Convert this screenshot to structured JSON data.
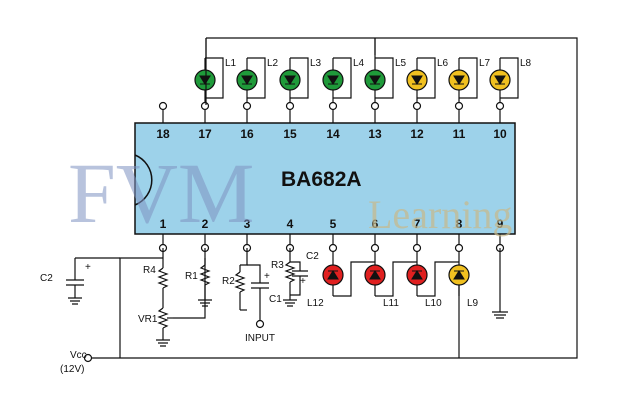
{
  "chip": {
    "name": "BA682A"
  },
  "pins_top": [
    "18",
    "17",
    "16",
    "15",
    "14",
    "13",
    "12",
    "11",
    "10"
  ],
  "pins_bottom": [
    "1",
    "2",
    "3",
    "4",
    "5",
    "6",
    "7",
    "8",
    "9"
  ],
  "leds_top": [
    {
      "label": "L1",
      "color": "#1f9a3a"
    },
    {
      "label": "L2",
      "color": "#1f9a3a"
    },
    {
      "label": "L3",
      "color": "#1f9a3a"
    },
    {
      "label": "L4",
      "color": "#1f9a3a"
    },
    {
      "label": "L5",
      "color": "#1f9a3a"
    },
    {
      "label": "L6",
      "color": "#f0c020"
    },
    {
      "label": "L7",
      "color": "#f0c020"
    },
    {
      "label": "L8",
      "color": "#f0c020"
    }
  ],
  "leds_bottom": [
    {
      "label": "L12",
      "color": "#e02020"
    },
    {
      "label": "L11",
      "color": "#e02020"
    },
    {
      "label": "L10",
      "color": "#e02020"
    },
    {
      "label": "L9",
      "color": "#f0c020"
    }
  ],
  "components": {
    "c2_left": "C2",
    "r4": "R4",
    "r1": "R1",
    "r2": "R2",
    "r3": "R3",
    "c1": "C1",
    "c2_mid": "C2",
    "vr1": "VR1",
    "input": "INPUT",
    "vcc": "Vcc",
    "vcc_value": "(12V)",
    "plus": "+"
  },
  "watermark": {
    "brand": "FVM",
    "sub": "Learning"
  },
  "colors": {
    "chip_fill": "#9dd2ea",
    "wire": "#111111"
  }
}
